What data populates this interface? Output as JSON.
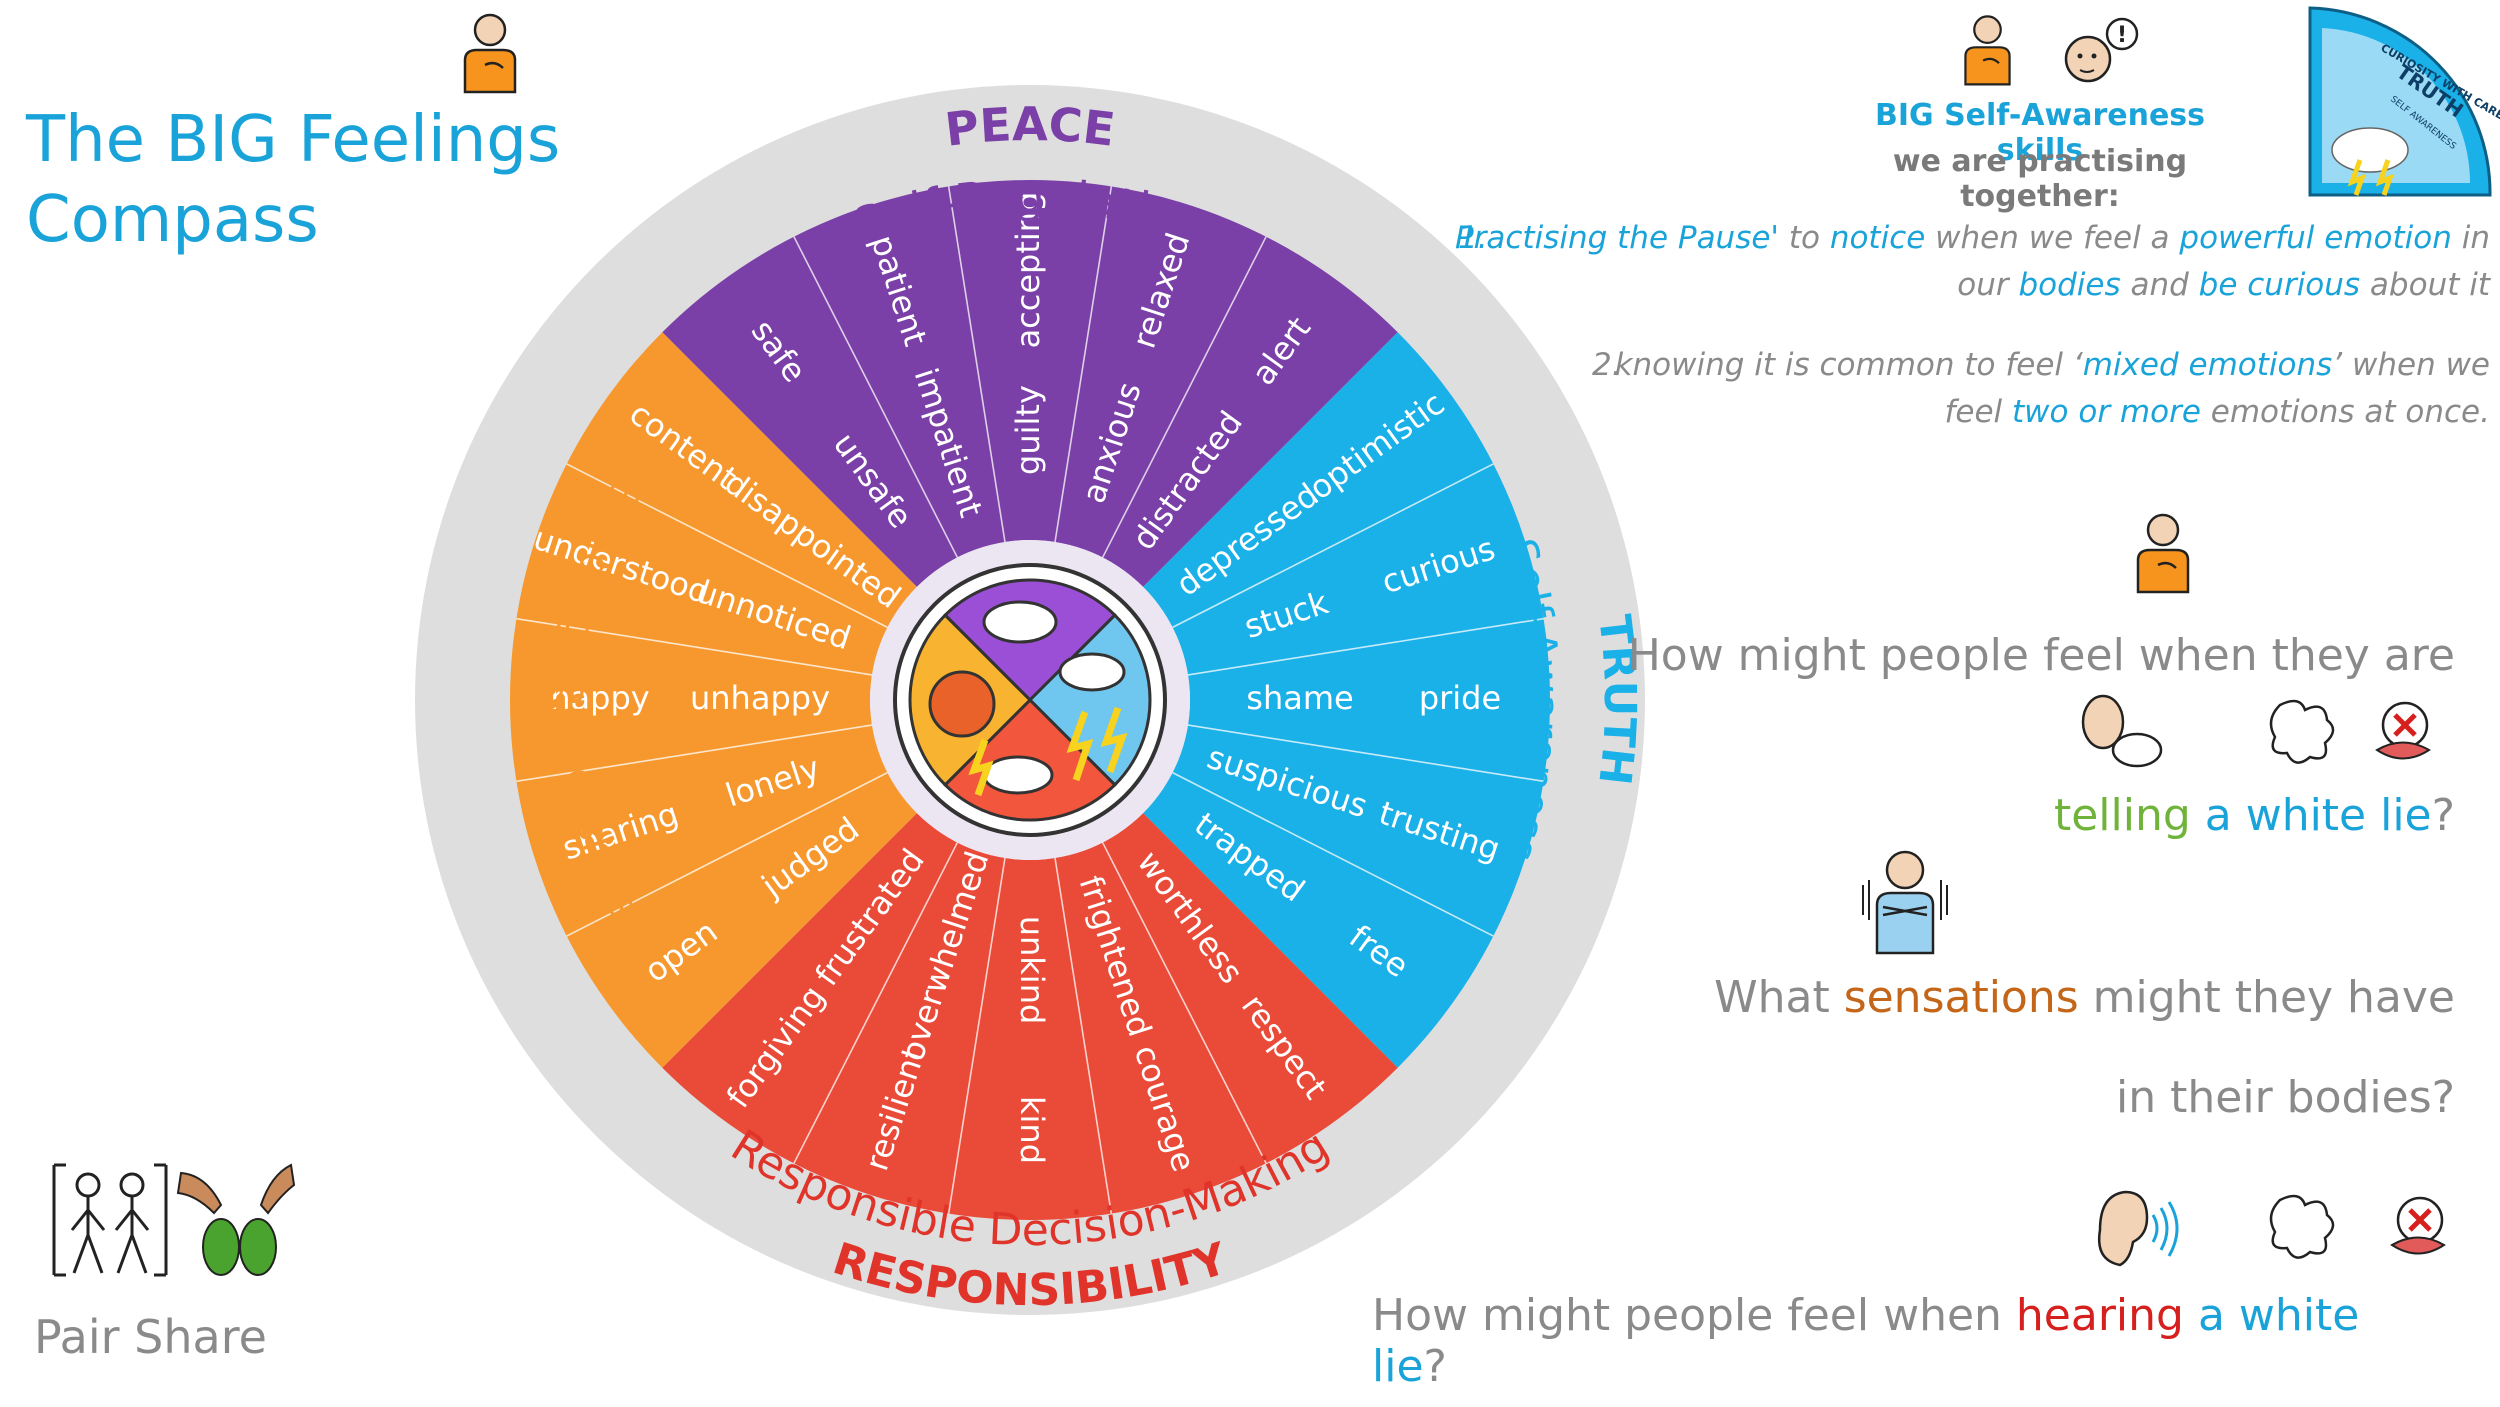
{
  "title": {
    "line1": "The BIG Feelings",
    "line2": "Compass"
  },
  "pair_share": "Pair Share",
  "skills": {
    "heading": "BIG Self-Awareness skills",
    "subheading": "we are practising together:",
    "items": [
      {
        "num": "1.",
        "line1": [
          {
            "t": "Practising the Pause'",
            "c": "blue"
          },
          {
            "t": " to ",
            "c": "gray"
          },
          {
            "t": "notice",
            "c": "blue"
          },
          {
            "t": " when we feel a ",
            "c": "gray"
          },
          {
            "t": "powerful emotion",
            "c": "blue"
          },
          {
            "t": " in",
            "c": "gray"
          }
        ],
        "line2": [
          {
            "t": "our ",
            "c": "gray"
          },
          {
            "t": "bodies",
            "c": "blue"
          },
          {
            "t": " and ",
            "c": "gray"
          },
          {
            "t": "be curious",
            "c": "blue"
          },
          {
            "t": " about it",
            "c": "gray"
          }
        ]
      },
      {
        "num": "2.",
        "line1": [
          {
            "t": "knowing it is common to feel ‘",
            "c": "gray"
          },
          {
            "t": "mixed emotions",
            "c": "blue"
          },
          {
            "t": "’ when we",
            "c": "gray"
          }
        ],
        "line2": [
          {
            "t": "feel ",
            "c": "gray"
          },
          {
            "t": "two or more",
            "c": "blue"
          },
          {
            "t": " emotions at once.",
            "c": "gray"
          }
        ]
      }
    ]
  },
  "questions": {
    "q1_line1": "How might people feel when they are",
    "q1_line2": [
      {
        "t": "telling",
        "c": "green"
      },
      {
        "t": " a white lie",
        "c": "blue"
      },
      {
        "t": "?",
        "c": "gray"
      }
    ],
    "q2_line1": [
      {
        "t": "What ",
        "c": "gray"
      },
      {
        "t": "sensations",
        "c": "orange"
      },
      {
        "t": " might they have",
        "c": "gray"
      }
    ],
    "q2_line2": "in their bodies?",
    "q3": [
      {
        "t": "How might people feel when ",
        "c": "gray"
      },
      {
        "t": "hearing",
        "c": "red"
      },
      {
        "t": " a white lie",
        "c": "blue"
      },
      {
        "t": "?",
        "c": "gray"
      }
    ]
  },
  "badge": {
    "line1": "CURIOSITY WITH CARE",
    "line2": "TRUTH",
    "line3": "SELF AWARENESS"
  },
  "compass": {
    "colors": {
      "peace": "#7b3fa8",
      "truth": "#1ab0e8",
      "responsibility": "#ea4a38",
      "love": "#f6982e",
      "ring": "#dedede"
    },
    "peace": {
      "title": "PEACE",
      "subtitle": "Self-Regulation",
      "outer": [
        "safe",
        "patient",
        "accepting",
        "relaxed",
        "alert"
      ],
      "inner": [
        "unsafe",
        "impatient",
        "guilty",
        "anxious",
        "distracted"
      ]
    },
    "truth": {
      "title": "TRUTH",
      "subtitle": "Self-Awareness",
      "outer": [
        "optimistic",
        "curious",
        "pride",
        "trusting",
        "free"
      ],
      "inner": [
        "depressed",
        "stuck",
        "shame",
        "suspicious",
        "trapped"
      ]
    },
    "responsibility": {
      "title": "RESPONSIBILITY",
      "subtitle": "Responsible Decision-Making",
      "outer": [
        "respect",
        "courage",
        "kind",
        "resilient",
        "forgiving"
      ],
      "inner": [
        "worthless",
        "frightened",
        "unkind",
        "overwhelmed",
        "frustrated"
      ]
    },
    "love": {
      "title": "LOVE",
      "subtitle": "Building Relationships",
      "outer": [
        "open",
        "sharing",
        "happy",
        "understood",
        "content"
      ],
      "inner": [
        "judged",
        "lonely",
        "unhappy",
        "unnoticed",
        "disappointed"
      ]
    }
  }
}
